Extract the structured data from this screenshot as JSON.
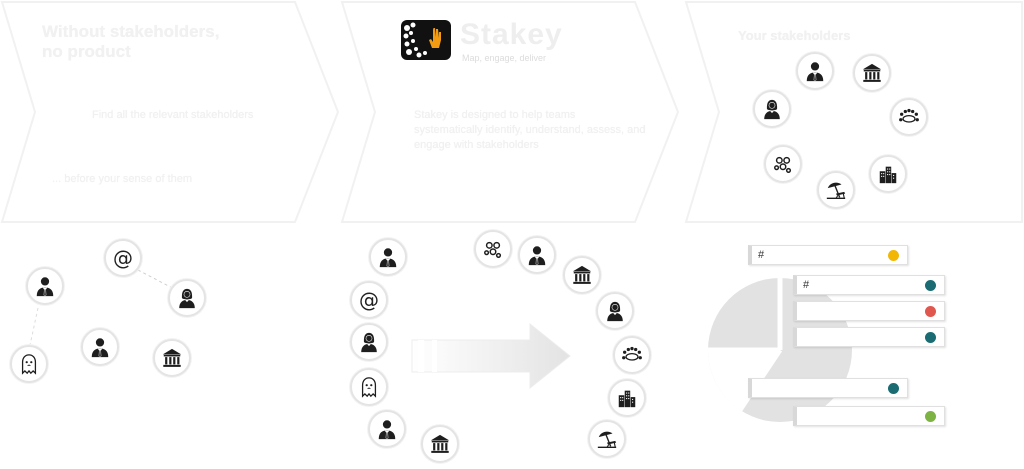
{
  "panels": {
    "left": {
      "title": "Without stakeholders, no product",
      "line1": "Find all the relevant stakeholders",
      "line2": "... before your sense of them"
    },
    "middle": {
      "brand": "Stakey",
      "tagline": "Map, engage, deliver",
      "description": "Stakey is designed to help teams systematically identify, understand, assess, and engage with stakeholders"
    },
    "right": {
      "title": "Your stakeholders"
    }
  },
  "bars": [
    {
      "label": "#",
      "color": "#f2b705"
    },
    {
      "label": "#",
      "color": "#1a6b72"
    },
    {
      "label": "",
      "color": "#e0574f"
    },
    {
      "label": "",
      "color": "#1a6b72"
    },
    {
      "label": "",
      "color": "#1a6b72"
    },
    {
      "label": "",
      "color": "#7cb342"
    }
  ],
  "icons": {
    "at_symbol": "@"
  }
}
